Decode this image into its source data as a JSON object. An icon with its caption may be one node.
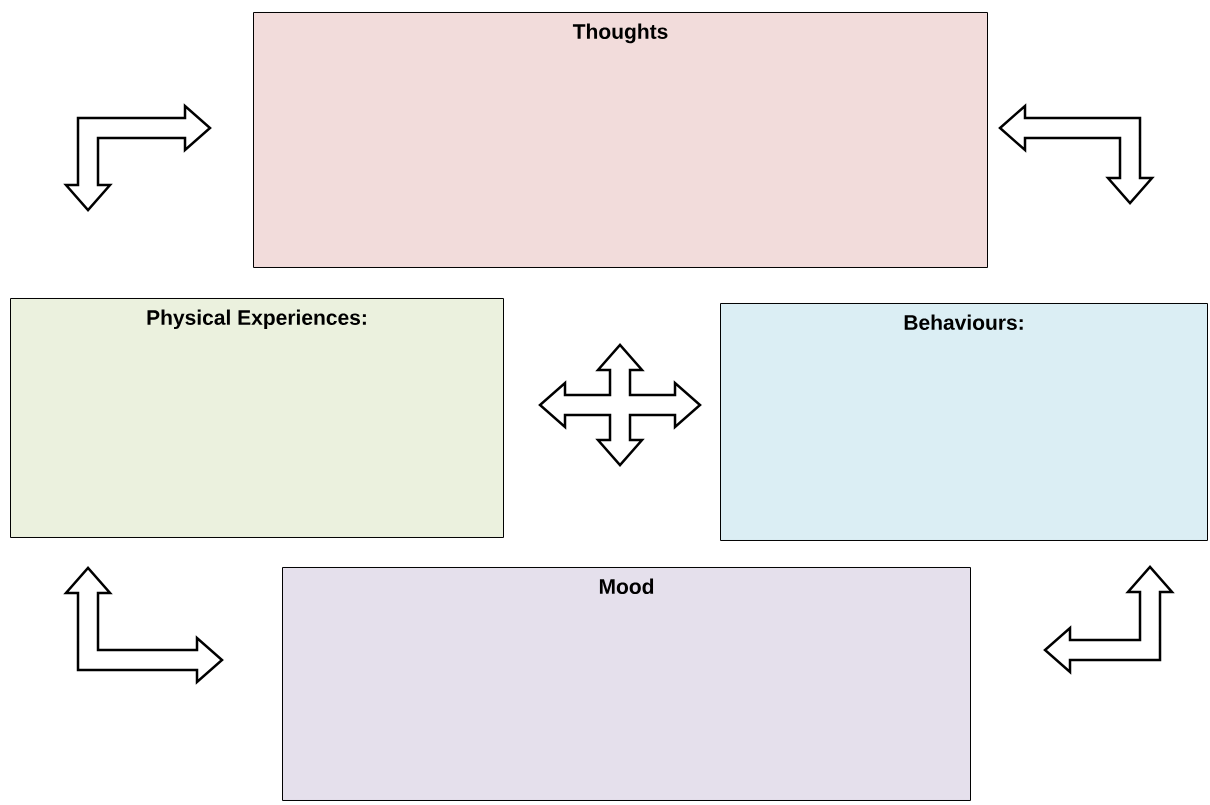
{
  "diagram": {
    "nodes": [
      {
        "text": [
          "Thoughts"
        ]
      },
      {
        "text": [
          "Physical Experiences:"
        ]
      },
      {
        "text": [
          "Behaviours:"
        ]
      },
      {
        "text": [
          "Mood"
        ]
      }
    ],
    "edges": [
      {
        "from": 0,
        "to": 1,
        "arrow": "both"
      },
      {
        "from": 0,
        "to": 2,
        "arrow": "both"
      },
      {
        "from": 1,
        "to": 3,
        "arrow": "both"
      },
      {
        "from": 2,
        "to": 3,
        "arrow": "both"
      },
      {
        "from": 1,
        "to": 2,
        "arrow": "both"
      },
      {
        "from": 0,
        "to": 3,
        "arrow": "both"
      }
    ]
  }
}
